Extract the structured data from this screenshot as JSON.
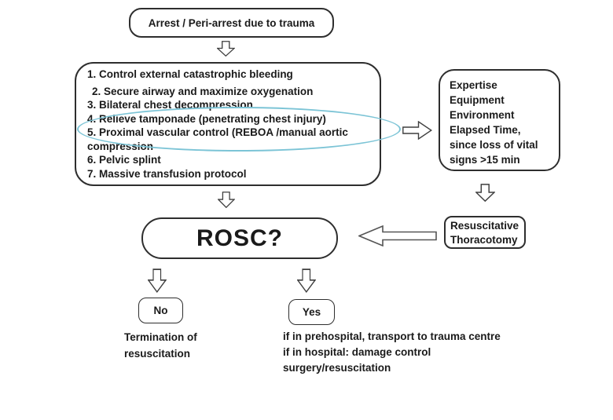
{
  "palette": {
    "background": "#ffffff",
    "box_border": "#2e2e2e",
    "arrow_outline": "#3f3f3f",
    "highlight_oval": "#7cc4d6",
    "text": "#1a1a1a"
  },
  "flowchart": {
    "start": {
      "label": "Arrest / Peri-arrest due to trauma"
    },
    "interventions": {
      "items": [
        "1. Control external catastrophic bleeding",
        "2. Secure airway and maximize oxygenation",
        "3. Bilateral chest decompression",
        "4. Relieve tamponade (penetrating chest injury)",
        "5. Proximal vascular control (REBOA /manual aortic compression",
        "6. Pelvic splint",
        "7. Massive transfusion protocol"
      ],
      "highlighted_items_note": "items 4 and 5 circled in light blue"
    },
    "considerations": {
      "lines": [
        "Expertise",
        "Equipment",
        "Environment",
        "Elapsed Time,",
        "since loss of vital",
        "signs >15 min"
      ]
    },
    "thoracotomy": {
      "lines": [
        "Resuscitative",
        "Thoracotomy"
      ]
    },
    "rosc": {
      "label": "ROSC?"
    },
    "no_branch": {
      "label": "No",
      "outcome_lines": [
        "Termination of",
        "resuscitation"
      ]
    },
    "yes_branch": {
      "label": "Yes",
      "outcome_lines": [
        "if in prehospital, transport to trauma centre",
        "if in hospital: damage control",
        "surgery/resuscitation"
      ]
    }
  }
}
